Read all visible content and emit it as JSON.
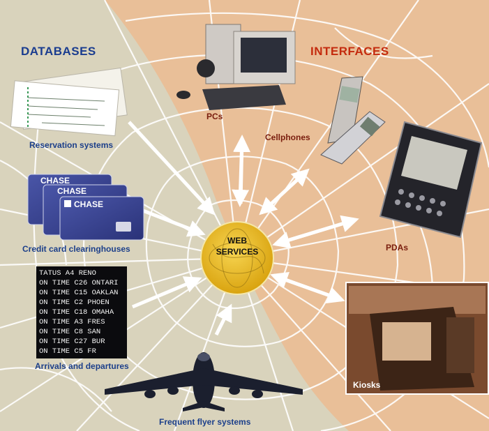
{
  "headings": {
    "databases": "DATABASES",
    "interfaces": "INTERFACES"
  },
  "hub": {
    "line1": "WEB",
    "line2": "SERVICES"
  },
  "databases": {
    "reservation": "Reservation systems",
    "credit": "Credit card clearinghouses",
    "arrivals": "Arrivals and departures",
    "frequent_flyer": "Frequent flyer systems"
  },
  "interfaces": {
    "pcs": "PCs",
    "cellphones": "Cellphones",
    "pdas": "PDAs",
    "kiosks": "Kiosks"
  },
  "card_brand": "CHASE",
  "departure_board": [
    "TATUS  A4  RENO",
    "ON TIME  C26 ONTARI",
    "ON TIME  C15 OAKLAN",
    "ON TIME  C2  PHOEN",
    "ON TIME  C18 OMAHA",
    "ON TIME  A3  FRES",
    "ON TIME  C8  SAN",
    "ON TIME  C27 BUR",
    "ON TIME  C5  FR"
  ],
  "colors": {
    "databases_region": "#d9d3bc",
    "interfaces_region": "#e9bf98",
    "hub_yellow": "#e6b81e",
    "arrow": "#ffffff",
    "database_label": "#1c3f8a",
    "interface_label": "#7a1e0e",
    "interfaces_heading": "#c42b0e"
  }
}
